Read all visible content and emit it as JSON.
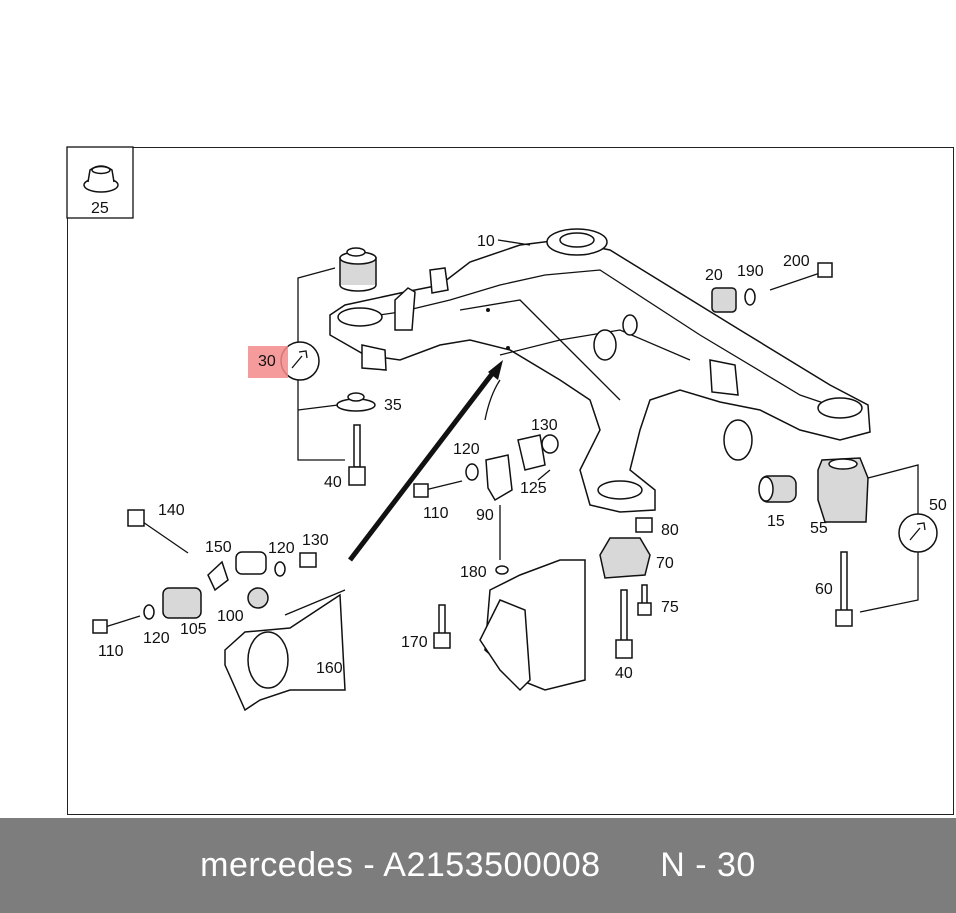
{
  "callouts": {
    "c10": "10",
    "c20": "20",
    "c190": "190",
    "c200": "200",
    "c25": "25",
    "c30": "30",
    "c35": "35",
    "c40a": "40",
    "c120a": "120",
    "c130a": "130",
    "c125": "125",
    "c110a": "110",
    "c90": "90",
    "c140": "140",
    "c150": "150",
    "c120b": "120",
    "c130b": "130",
    "c100": "100",
    "c105": "105",
    "c110b": "110",
    "c120c": "120",
    "c160": "160",
    "c180": "180",
    "c170": "170",
    "c80": "80",
    "c70": "70",
    "c75": "75",
    "c40b": "40",
    "c15": "15",
    "c55": "55",
    "c50": "50",
    "c60": "60"
  },
  "highlight_color": "#f4898a",
  "footer": {
    "brand": "mercedes",
    "sep": " - ",
    "part_number": "A2153500008",
    "position": "N - 30"
  }
}
